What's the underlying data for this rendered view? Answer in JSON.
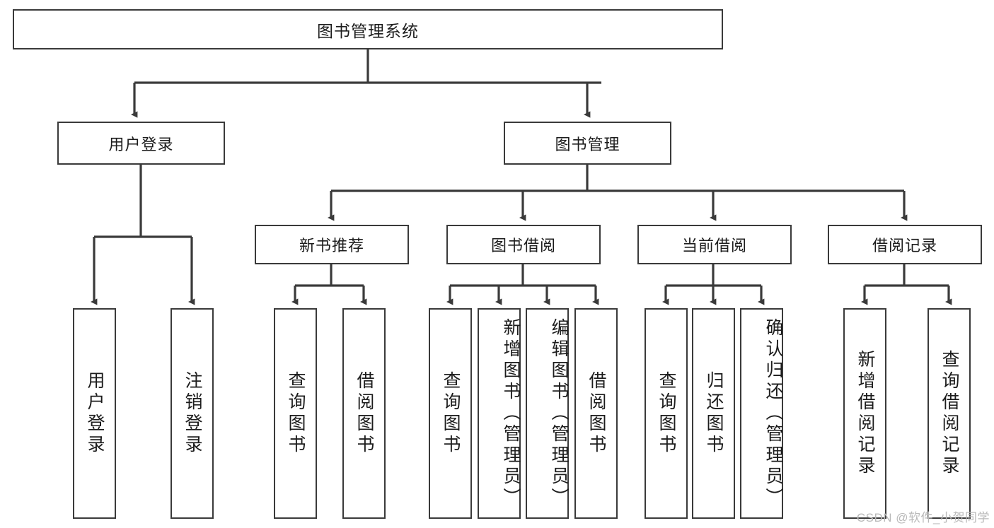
{
  "diagram": {
    "type": "hierarchy-tree",
    "title": "图书管理系统",
    "root": {
      "label": "图书管理系统"
    },
    "level2": [
      {
        "id": "user-login",
        "label": "用户登录"
      },
      {
        "id": "book-management",
        "label": "图书管理"
      }
    ],
    "level3": [
      {
        "id": "new-book-recommend",
        "label": "新书推荐",
        "parent": "book-management"
      },
      {
        "id": "book-borrow",
        "label": "图书借阅",
        "parent": "book-management"
      },
      {
        "id": "current-borrow",
        "label": "当前借阅",
        "parent": "book-management"
      },
      {
        "id": "borrow-record",
        "label": "借阅记录",
        "parent": "book-management"
      }
    ],
    "leaves": [
      {
        "id": "leaf-user-login",
        "label": "用户登录",
        "parent": "user-login"
      },
      {
        "id": "leaf-logout-login",
        "label": "注销登录",
        "parent": "user-login"
      },
      {
        "id": "leaf-query-book-1",
        "label": "查询图书",
        "parent": "new-book-recommend"
      },
      {
        "id": "leaf-borrow-book-1",
        "label": "借阅图书",
        "parent": "new-book-recommend"
      },
      {
        "id": "leaf-query-book-2",
        "label": "查询图书",
        "parent": "book-borrow"
      },
      {
        "id": "leaf-add-book-admin",
        "label": "新增图书（管理员）",
        "parent": "book-borrow"
      },
      {
        "id": "leaf-edit-book-admin",
        "label": "编辑图书（管理员）",
        "parent": "book-borrow"
      },
      {
        "id": "leaf-borrow-book-2",
        "label": "借阅图书",
        "parent": "book-borrow"
      },
      {
        "id": "leaf-query-book-3",
        "label": "查询图书",
        "parent": "current-borrow"
      },
      {
        "id": "leaf-return-book",
        "label": "归还图书",
        "parent": "current-borrow"
      },
      {
        "id": "leaf-confirm-return-admin",
        "label": "确认归还（管理员）",
        "parent": "current-borrow"
      },
      {
        "id": "leaf-add-borrow-record",
        "label": "新增借阅记录",
        "parent": "borrow-record"
      },
      {
        "id": "leaf-query-borrow-record",
        "label": "查询借阅记录",
        "parent": "borrow-record"
      }
    ],
    "colors": {
      "stroke": "#3a3a3a",
      "fill": "#ffffff",
      "text": "#1c1c1c",
      "watermark": "#b9b9b9"
    }
  },
  "watermark": {
    "text": "CSDN @软件_小贺同学"
  }
}
